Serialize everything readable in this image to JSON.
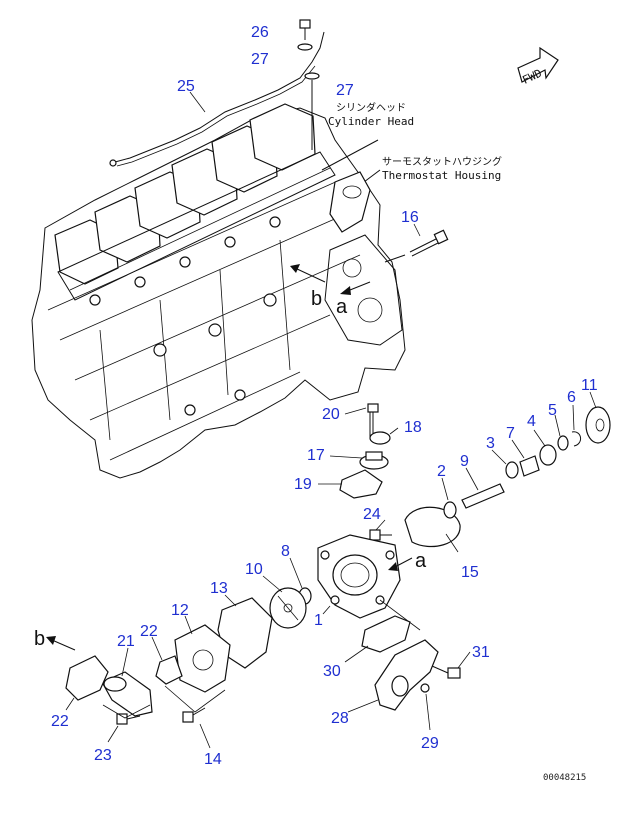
{
  "labels": {
    "cylinder_head_jp": "シリンダヘッド",
    "cylinder_head_en": "Cylinder Head",
    "thermostat_jp": "サーモスタットハウジング",
    "thermostat_en": "Thermostat Housing",
    "fwd": "FWD",
    "ref_b_top": "b",
    "ref_a_top": "a",
    "ref_a_mid": "a",
    "ref_b_left": "b",
    "drawing_code": "00048215"
  },
  "callouts": [
    "26",
    "27",
    "27",
    "25",
    "16",
    "20",
    "18",
    "17",
    "19",
    "2",
    "9",
    "3",
    "7",
    "4",
    "5",
    "6",
    "11",
    "24",
    "15",
    "8",
    "10",
    "13",
    "12",
    "22",
    "21",
    "1",
    "30",
    "31",
    "22",
    "23",
    "14",
    "28",
    "29"
  ],
  "colors": {
    "callout": "#1f2fd0",
    "line": "#111111"
  }
}
